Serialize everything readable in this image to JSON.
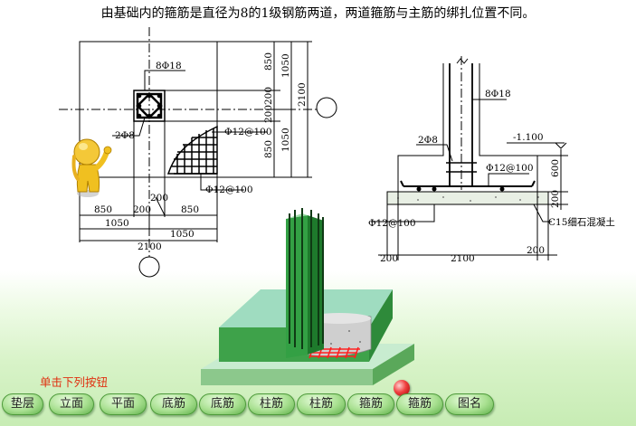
{
  "caption": "由基础内的箍筋是直径为8的1级钢筋两道，两道箍筋与主筋的绑扎位置不同。",
  "plan": {
    "label_column_bar": "8Φ18",
    "label_stirrup": "2Φ8",
    "label_mesh_a": "Φ12@100",
    "label_mesh_b": "Φ12@100",
    "dim_850_left": "850",
    "dim_200_a": "200",
    "dim_200_b": "200",
    "dim_850_right": "850",
    "dim_1050_left": "1050",
    "dim_1050_right": "1050",
    "dim_2100_bottom": "2100",
    "dim_850_top": "850",
    "dim_200_c": "200",
    "dim_200_d": "200",
    "dim_850_bot": "850",
    "dim_1050_top": "1050",
    "dim_1050_bot": "1050",
    "dim_2100_side": "2100"
  },
  "section": {
    "label_column_bar": "8Φ18",
    "label_stirrup": "2Φ8",
    "label_elev": "-1.100",
    "label_mesh_right": "Φ12@100",
    "label_mesh_left": "Φ12@100",
    "dim_600": "600",
    "dim_200_v": "200",
    "label_concrete": "C15细石混凝土",
    "dim_200_l": "200",
    "dim_2100": "2100",
    "dim_200_r": "200"
  },
  "prompt": "单击下列按钮",
  "buttons": [
    "垫层",
    "立面",
    "平面",
    "底筋",
    "底筋",
    "柱筋",
    "柱筋",
    "箍筋",
    "箍筋",
    "图名"
  ]
}
